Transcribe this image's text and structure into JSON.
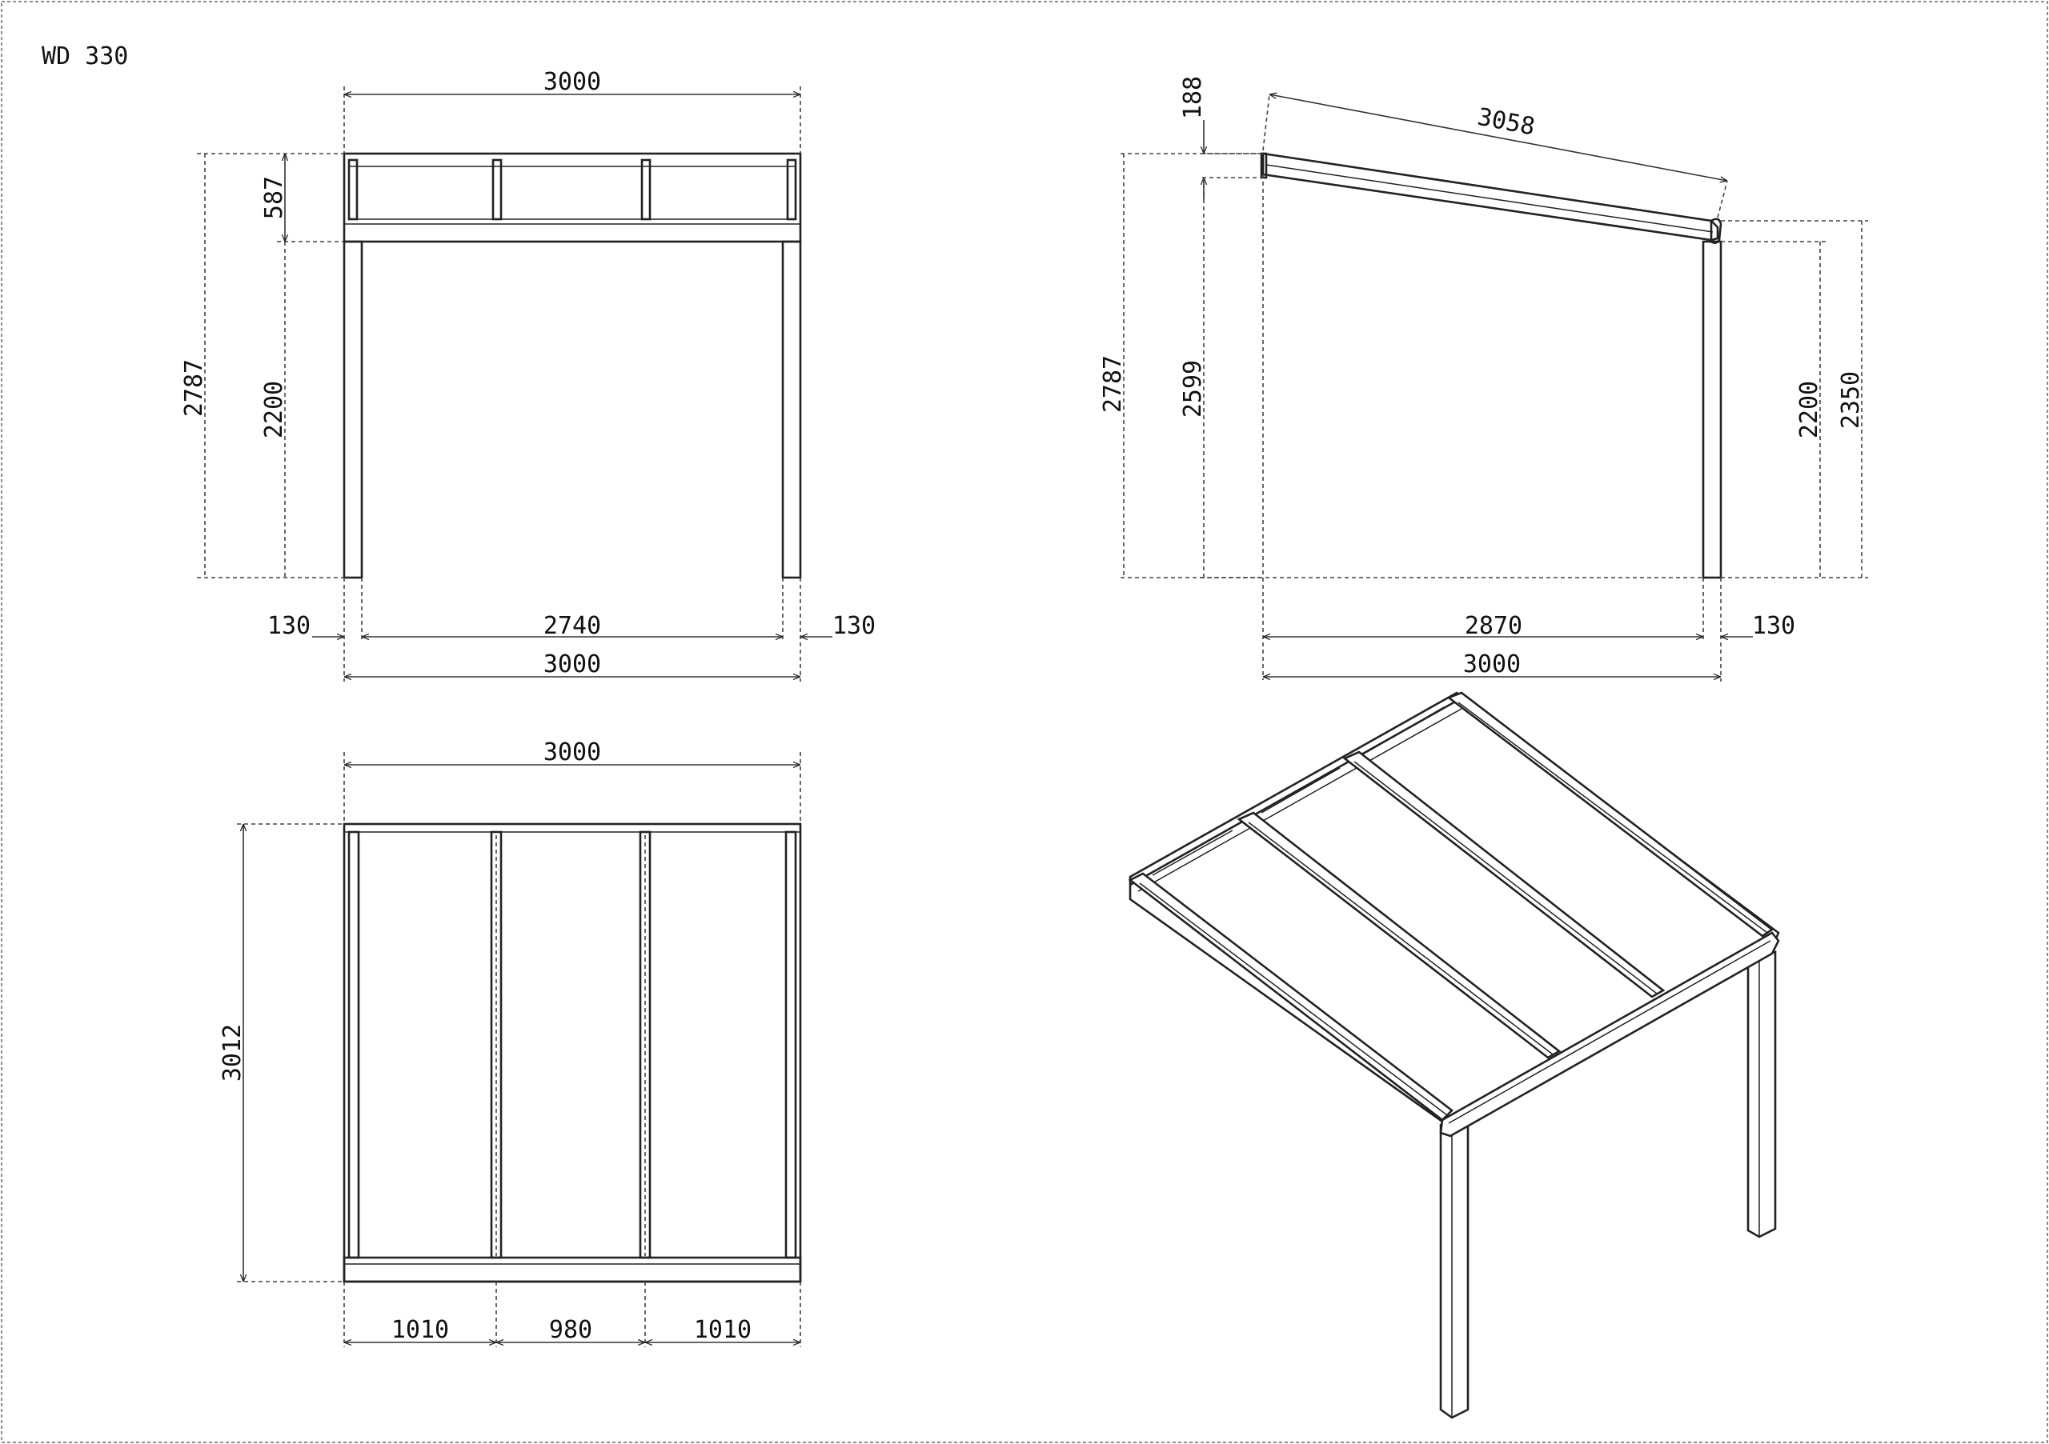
{
  "title": "WD 330",
  "front_view": {
    "width_top": "3000",
    "height_total": "2787",
    "roof_height": "587",
    "clearance": "2200",
    "post_left": "130",
    "inner_span": "2740",
    "post_right": "130",
    "width_bottom": "3000"
  },
  "side_view": {
    "gutter": "188",
    "rafter_length": "3058",
    "height_total": "2787",
    "wall_height": "2599",
    "clearance": "2200",
    "front_height": "2350",
    "depth_inner": "2870",
    "post": "130",
    "depth_total": "3000"
  },
  "plan_view": {
    "width": "3000",
    "depth": "3012",
    "bay_left": "1010",
    "bay_middle": "980",
    "bay_right": "1010"
  }
}
